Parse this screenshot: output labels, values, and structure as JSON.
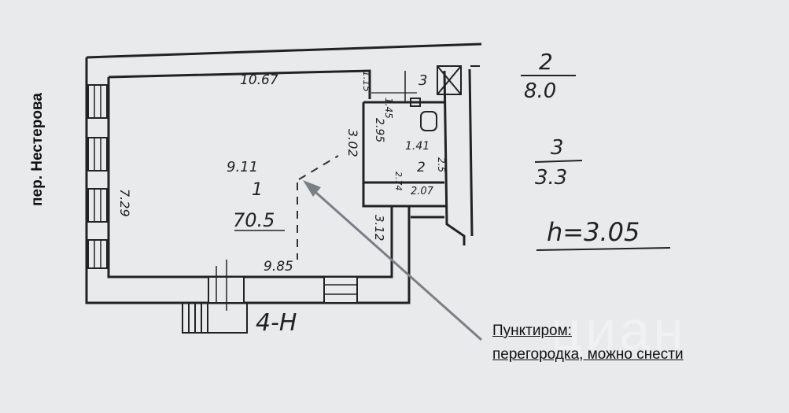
{
  "street_label": "пер. Нестерова",
  "annotation": {
    "line1": "Пунктиром:",
    "line2": "перегородка, можно снести"
  },
  "room1": {
    "number": "1",
    "area": "70.5",
    "width": "9.11"
  },
  "room2": {
    "number": "2"
  },
  "room3": {
    "number": "3"
  },
  "dimensions": {
    "top": "10.67",
    "bottom": "9.85",
    "left": "7.29",
    "partition": "3.02",
    "lower_right": "3.12",
    "bath_height": "2.95",
    "bath_top": "1.15",
    "bath_small": "1.45",
    "wc_width": "1.41",
    "wc_bottom": "2.07",
    "wc_side": "2.5",
    "wc_left": "2.74"
  },
  "legend": {
    "room2_label": "2",
    "room2_area": "8.0",
    "room3_label": "3",
    "room3_area": "3.3",
    "height": "h=3.05"
  },
  "apartment_id": "4-Н",
  "watermark": "циан",
  "colors": {
    "ink": "#222222",
    "arrow": "#7a7f86",
    "paper": "#e9eaeb"
  }
}
